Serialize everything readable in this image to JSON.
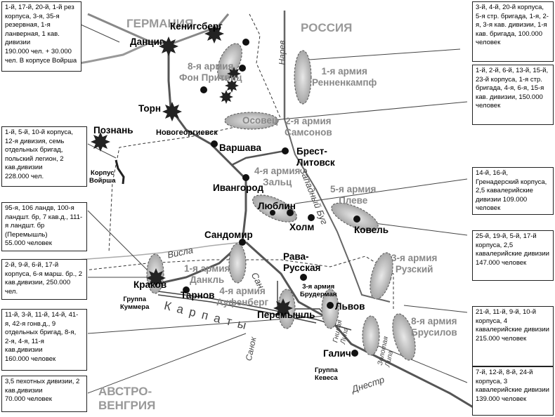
{
  "countries": {
    "germany": "ГЕРМАНИЯ",
    "russia": "РОССИЯ",
    "austria": "АВСТРО-\nВЕНГРИЯ"
  },
  "cities": {
    "koenigsberg": "Кенигсберг",
    "danzig": "Данциг",
    "thorn": "Торн",
    "posen": "Познань",
    "novogeorgievsk": "Новогеоргиевск",
    "warsaw": "Варшава",
    "brest": "Брест-\nЛитовск",
    "ivangorod": "Ивангород",
    "lublin": "Люблин",
    "kholm": "Холм",
    "kovel": "Ковель",
    "sandomir": "Сандомир",
    "rava": "Рава-\nРусская",
    "krakow": "Краков",
    "tarnov": "Тарнов",
    "przemysl": "Перемышль",
    "lvov": "Львов",
    "galich": "Галич",
    "osovets": "Осовец"
  },
  "armies": {
    "a8g": "8-я армия\nФон Притвиц",
    "a1r": "1-я армия\nРенненкампф",
    "a2r": "2-я армия\nСамсонов",
    "a4r": "4-я армия\nЗальц",
    "a5r": "5-я армия\nПлеве",
    "a3r": "3-я армия\nРузский",
    "a8r": "8-я армия\nБрусилов",
    "a1a": "1-я армия\nДанкль",
    "a4a": "4-я армия\nАуфенберг",
    "a3a": "3-я армия\nБрудерман"
  },
  "groups": {
    "woyrsch": "Корпус\nВойрша",
    "kummer": "Группа\nКуммера",
    "koevess": "Группа\nКевеса"
  },
  "rivers": {
    "narew": "Нарев",
    "bug": "Западный Буг",
    "vistula": "Висла",
    "san": "Сан",
    "sanok": "Санок",
    "gnilaya": "Гнилая\nЛипа",
    "zolotaya": "Золотая\nЛипа",
    "dniester": "Днестр",
    "carpathians": "К а р п а т ы"
  },
  "info": {
    "germany_forces": "1-й, 17-й, 20-й, 1-й рез корпуса, 3-я, 35-я резервная, 1-я ланверная, 1 кав. дивизии\n190.000 чел. + 30.000 чел. В корпусе Войрша",
    "ren_forces": "3-й, 4-й, 20-й корпуса, 5-я стр. бригада, 1-я, 2-я, 3-я кав. дивизии, 1-я кав. бригада, 100.000 человек",
    "sam_forces": "1-й, 2-й, 6-й, 13-й, 15-й, 23-й корпуса, 1-я стр. бригада, 4-я, 6-я, 15-я кав. дивизии,       150.000 человек",
    "salza_forces": "1-й, 5-й, 10-й корпуса, 12-я дивизия, семь отдельных бригад, польский легион, 2 кав.дивизии\n228.000 чел.",
    "dankl_forces": "95-я, 106 ландв, 100-я ландшт. бр, 7 кав.д., 111-я ландшт. бр (Перемышль)\n55.000 человек",
    "auff_forces": "2-й, 9-й, 6-й, 17-й корпуса, 6-я марш. бр., 2 кав.дивизии, 250.000 чел.",
    "plehve_forces": "14-й, 16-й, Гренадерский корпуса, 2,5 кавалерийские дивизии       109.000 человек",
    "ruzsky_forces": "25-й, 19-й, 5-й, 17-й корпуса, 2,5 кавалерийские дивизии       147.000 человек",
    "bruder_forces": "11-й, 3-й, 11-й, 14-й, 41-я, 42-я гонв.д., 9 отдельных бригад, 8-я, 2-я, 4-я, 11-я кав.дивизии\n160.000 человек",
    "brus_forces": "21-й, 11-й, 9-й, 10-й корпуса, 4 кавалерийские дивизии       215.000 человек",
    "koevess_forces": "3,5 пехотных дивизии, 2 кав.дивизии\n70.000 человек",
    "brus2_forces": "7-й, 12-й, 8-й, 24-й корпуса, 3 кавалерийские дивизии       139.000 человек"
  }
}
